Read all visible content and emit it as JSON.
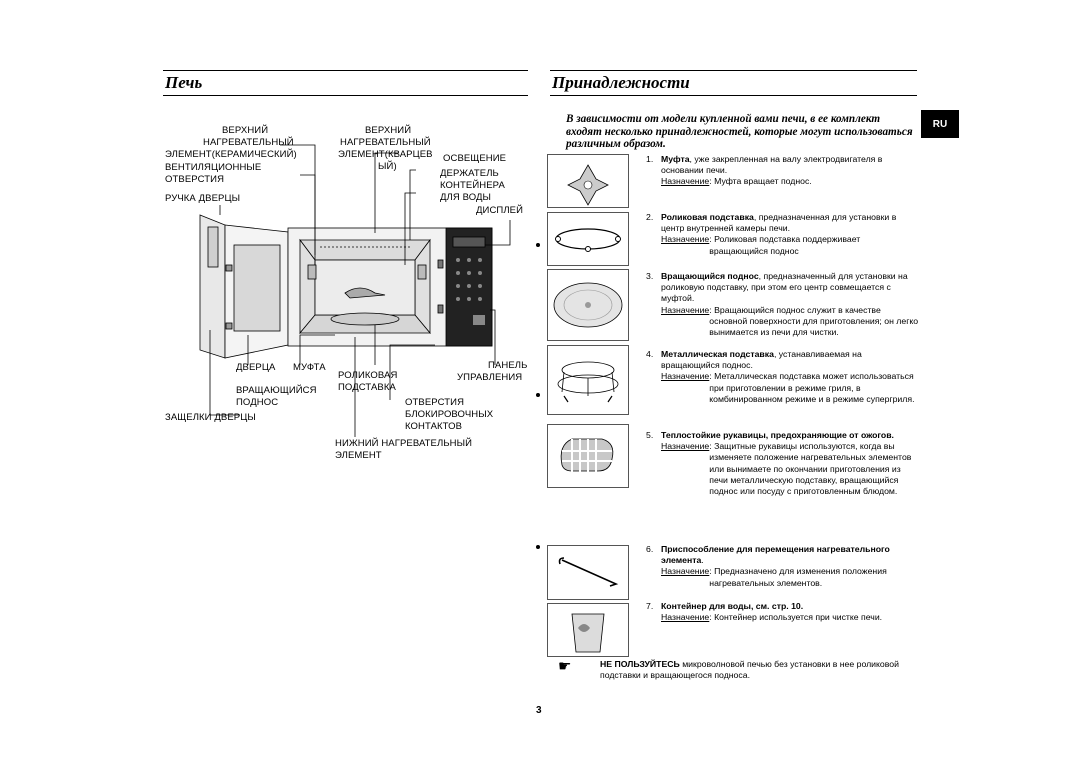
{
  "headers": {
    "left": "Печь",
    "right": "Принадлежности"
  },
  "intro": "В зависимости от модели купленной вами печи, в ее комплект входят несколько принадлежностей, которые могут использоваться различным образом.",
  "lang_badge": "RU",
  "oven_labels": {
    "upper_heating_ceramic_1": "ВЕРХНИЙ",
    "upper_heating_ceramic_2": "НАГРЕВАТЕЛЬНЫЙ",
    "upper_heating_ceramic_3": "ЭЛЕМЕНТ(КЕРАМИЧЕСКИЙ)",
    "upper_heating_quartz_1": "ВЕРХНИЙ",
    "upper_heating_quartz_2": "НАГРЕВАТЕЛЬНЫЙ",
    "upper_heating_quartz_3": "ЭЛЕМЕНТ(КВАРЦЕВ",
    "upper_heating_quartz_4": "ЫЙ)",
    "light": "ОСВЕЩЕНИЕ",
    "vents_1": "ВЕНТИЛЯЦИОННЫЕ",
    "vents_2": "ОТВЕРСТИЯ",
    "holder_1": "ДЕРЖАТЕЛЬ",
    "holder_2": "КОНТЕЙНЕРА",
    "holder_3": "ДЛЯ ВОДЫ",
    "door_handle": "РУЧКА ДВЕРЦЫ",
    "display": "ДИСПЛЕЙ",
    "door": "ДВЕРЦА",
    "coupler": "МУФТА",
    "roller_1": "РОЛИКОВАЯ",
    "roller_2": "ПОДСТАВКА",
    "panel_1": "ПАНЕЛЬ",
    "panel_2": "УПРАВЛЕНИЯ",
    "turntable_1": "ВРАЩАЮЩИЙСЯ",
    "turntable_2": "ПОДНОС",
    "latches": "ЗАЩЕЛКИ ДВЕРЦЫ",
    "interlock_1": "ОТВЕРСТИЯ",
    "interlock_2": "БЛОКИРОВОЧНЫХ",
    "interlock_3": "КОНТАКТОВ",
    "lower_heating_1": "НИЖНИЙ НАГРЕВАТЕЛЬНЫЙ",
    "lower_heating_2": "ЭЛЕМЕНТ"
  },
  "items": [
    {
      "num": "1.",
      "name": "Муфта",
      "desc": ", уже закрепленная на валу электродвигателя в основании печи.",
      "purpose_label": "Назначение",
      "purpose": ": Муфта вращает поднос."
    },
    {
      "num": "2.",
      "name": "Роликовая подставка",
      "desc": ", предназначенная для установки в центр внутренней камеры печи.",
      "purpose_label": "Назначение",
      "purpose": ": Роликовая подставка поддерживает вращающийся поднос"
    },
    {
      "num": "3.",
      "name": "Вращающийся поднос",
      "desc": ", предназначенный для установки на роликовую подставку, при этом его центр совмещается с муфтой.",
      "purpose_label": "Назначение",
      "purpose": ": Вращающийся поднос служит в качестве основной поверхности для приготовления; он легко вынимается из печи для чистки."
    },
    {
      "num": "4.",
      "name": "Металлическая подставка",
      "desc": ", устанавливаемая на вращающийся поднос.",
      "purpose_label": "Назначение",
      "purpose": ": Металлическая подставка может использоваться при приготовлении в режиме гриля, в комбинированном режиме и в режиме супергриля."
    },
    {
      "num": "5.",
      "name": "Теплостойкие рукавицы, предохраняющие от ожогов.",
      "desc": "",
      "purpose_label": "Назначение",
      "purpose": ": Защитные рукавицы используются, когда вы изменяете положение нагревательных элементов или вынимаете по окончании приготовления из печи металлическую подставку, вращающийся поднос или посуду с приготовленным блюдом."
    },
    {
      "num": "6.",
      "name": "Приспособление для перемещения нагревательного элемента",
      "desc": ".",
      "purpose_label": "Назначение",
      "purpose": ": Предназначено для изменения положения нагревательных элементов."
    },
    {
      "num": "7.",
      "name": "Контейнер для воды, см. стр. 10.",
      "desc": "",
      "purpose_label": "Назначение",
      "purpose": ": Контейнер используется при чистке печи."
    }
  ],
  "note": {
    "bold": "НЕ ПОЛЬЗУЙТЕСЬ",
    "text": " микроволновой печью без установки в нее роликовой подставки и вращающегося подноса."
  },
  "page_number": "3"
}
